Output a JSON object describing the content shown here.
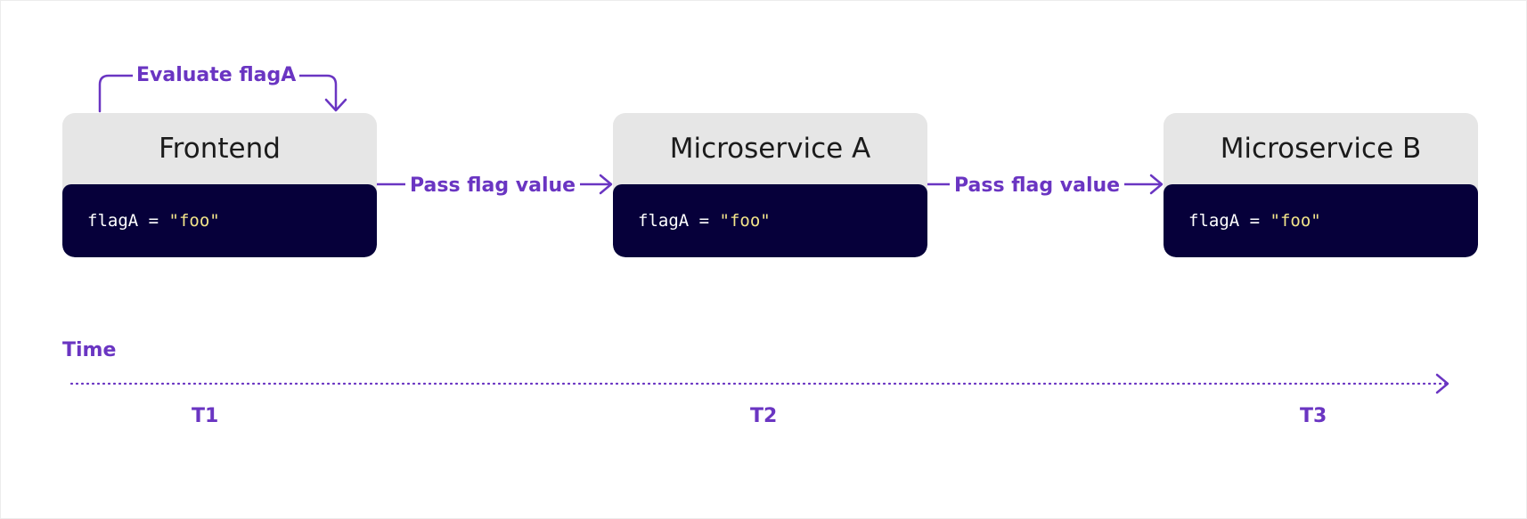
{
  "nodes": [
    {
      "title": "Frontend",
      "code_lhs": "flagA = ",
      "code_value": "\"foo\""
    },
    {
      "title": "Microservice A",
      "code_lhs": "flagA = ",
      "code_value": "\"foo\""
    },
    {
      "title": "Microservice B",
      "code_lhs": "flagA = ",
      "code_value": "\"foo\""
    }
  ],
  "edges": {
    "self_loop_label": "Evaluate flagA",
    "pass_label_1": "Pass flag value",
    "pass_label_2": "Pass flag value"
  },
  "timeline": {
    "label": "Time",
    "ticks": [
      "T1",
      "T2",
      "T3"
    ]
  },
  "colors": {
    "accent": "#6a35c2",
    "node_header_bg": "#e6e6e6",
    "code_bg": "#06003a",
    "code_text": "#ffffff",
    "code_string": "#f3e58a"
  },
  "icons": {
    "arrow": "arrow-right-icon",
    "loop": "loop-arrow-icon"
  }
}
